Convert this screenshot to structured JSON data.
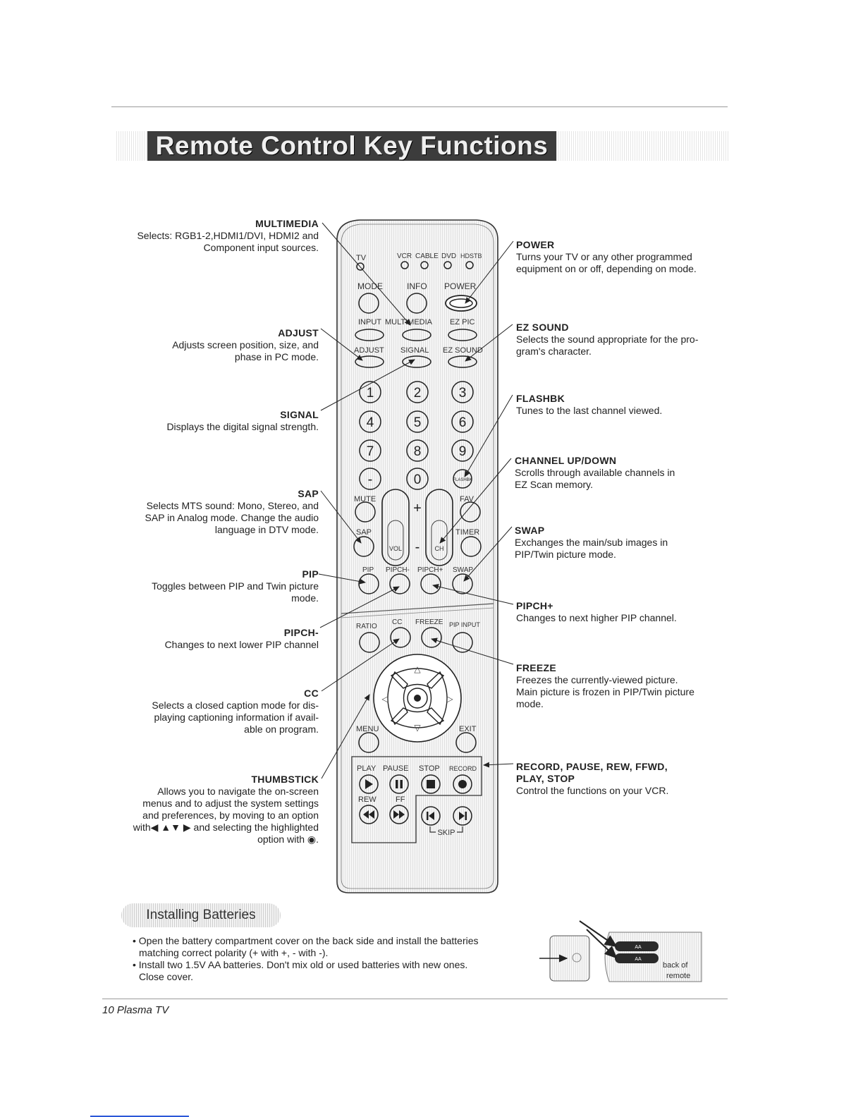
{
  "page_title": "Remote Control Key Functions",
  "left_labels": [
    {
      "title": "MULTIMEDIA",
      "desc": [
        "Selects: RGB1-2,HDMI1/DVI, HDMI2 and",
        "Component input sources."
      ]
    },
    {
      "title": "ADJUST",
      "desc": [
        "Adjusts screen position, size, and",
        "phase in PC mode."
      ]
    },
    {
      "title": "SIGNAL",
      "desc": [
        "Displays the digital signal strength."
      ]
    },
    {
      "title": "SAP",
      "desc": [
        "Selects MTS sound: Mono, Stereo, and",
        "SAP in Analog mode. Change the audio",
        "language in DTV mode."
      ]
    },
    {
      "title": "PIP",
      "desc": [
        "Toggles between PIP and Twin picture",
        "mode."
      ]
    },
    {
      "title": "PIPCH-",
      "desc": [
        "Changes to next lower PIP channel"
      ]
    },
    {
      "title": "CC",
      "desc": [
        "Selects a closed caption mode for dis-",
        "playing captioning information if avail-",
        "able on program."
      ]
    },
    {
      "title": "THUMBSTICK",
      "desc": [
        "Allows you to navigate the on-screen",
        "menus and to adjust the system settings",
        "and preferences, by moving to an option",
        "with◀ ▲▼ ▶ and selecting the highlighted",
        "option with ◉."
      ]
    }
  ],
  "right_labels": [
    {
      "title": "POWER",
      "desc": [
        "Turns your TV or any other programmed",
        "equipment on or off, depending on mode."
      ]
    },
    {
      "title": "EZ SOUND",
      "desc": [
        "Selects the sound appropriate for the pro-",
        "gram's character."
      ]
    },
    {
      "title": "FLASHBK",
      "desc": [
        "Tunes to the last channel viewed."
      ]
    },
    {
      "title": "CHANNEL UP/DOWN",
      "desc": [
        "Scrolls through available channels in",
        "EZ Scan memory."
      ]
    },
    {
      "title": "SWAP",
      "desc": [
        "Exchanges the main/sub images in",
        "PIP/Twin picture mode."
      ]
    },
    {
      "title": "PIPCH+",
      "desc": [
        "Changes to next higher PIP channel."
      ]
    },
    {
      "title": "FREEZE",
      "desc": [
        "Freezes the currently-viewed picture.",
        "Main picture is frozen in PIP/Twin picture",
        "mode."
      ]
    },
    {
      "title": "RECORD, PAUSE, REW, FFWD,\nPLAY, STOP",
      "desc": [
        "Control the functions on your VCR."
      ]
    }
  ],
  "remote": {
    "modes": [
      "TV",
      "VCR",
      "CABLE",
      "DVD",
      "HDSTB"
    ],
    "row1": [
      "MODE",
      "INFO",
      "POWER"
    ],
    "row2": [
      "INPUT",
      "MULTIMEDIA",
      "EZ PIC"
    ],
    "row3": [
      "ADJUST",
      "SIGNAL",
      "EZ SOUND"
    ],
    "digits": [
      "1",
      "2",
      "3",
      "4",
      "5",
      "6",
      "7",
      "8",
      "9",
      "-",
      "0"
    ],
    "flashbk": "FLASHBK",
    "mute": "MUTE",
    "fav": "FAV",
    "sap": "SAP",
    "timer": "TIMER",
    "vol": "VOL",
    "ch": "CH",
    "plus": "+",
    "minus": "-",
    "pip_row": [
      "PIP",
      "PIPCH-",
      "PIPCH+",
      "SWAP"
    ],
    "ratio_row": [
      "RATIO",
      "CC",
      "FREEZE",
      "PIP INPUT"
    ],
    "menu": "MENU",
    "exit": "EXIT",
    "vcr_row1": [
      "PLAY",
      "PAUSE",
      "STOP",
      "RECORD"
    ],
    "vcr_row2": [
      "REW",
      "FF"
    ],
    "skip": "SKIP"
  },
  "batteries": {
    "heading": "Installing Batteries",
    "bullets": [
      "Open the battery compartment cover on the back side and install the batteries matching correct polarity (+ with +, - with -).",
      "Install two 1.5V AA batteries. Don't mix old or used batteries with new ones. Close cover."
    ],
    "bullet_lines": [
      [
        "• Open the battery compartment cover on the back side and install the batteries",
        "matching correct polarity (+ with +, - with -)."
      ],
      [
        "• Install two 1.5V AA batteries. Don't mix old or used batteries with new ones.",
        "Close cover."
      ]
    ],
    "image_caption": [
      "back of",
      "remote"
    ],
    "battery_label": "AA"
  },
  "footer": "10  Plasma TV"
}
